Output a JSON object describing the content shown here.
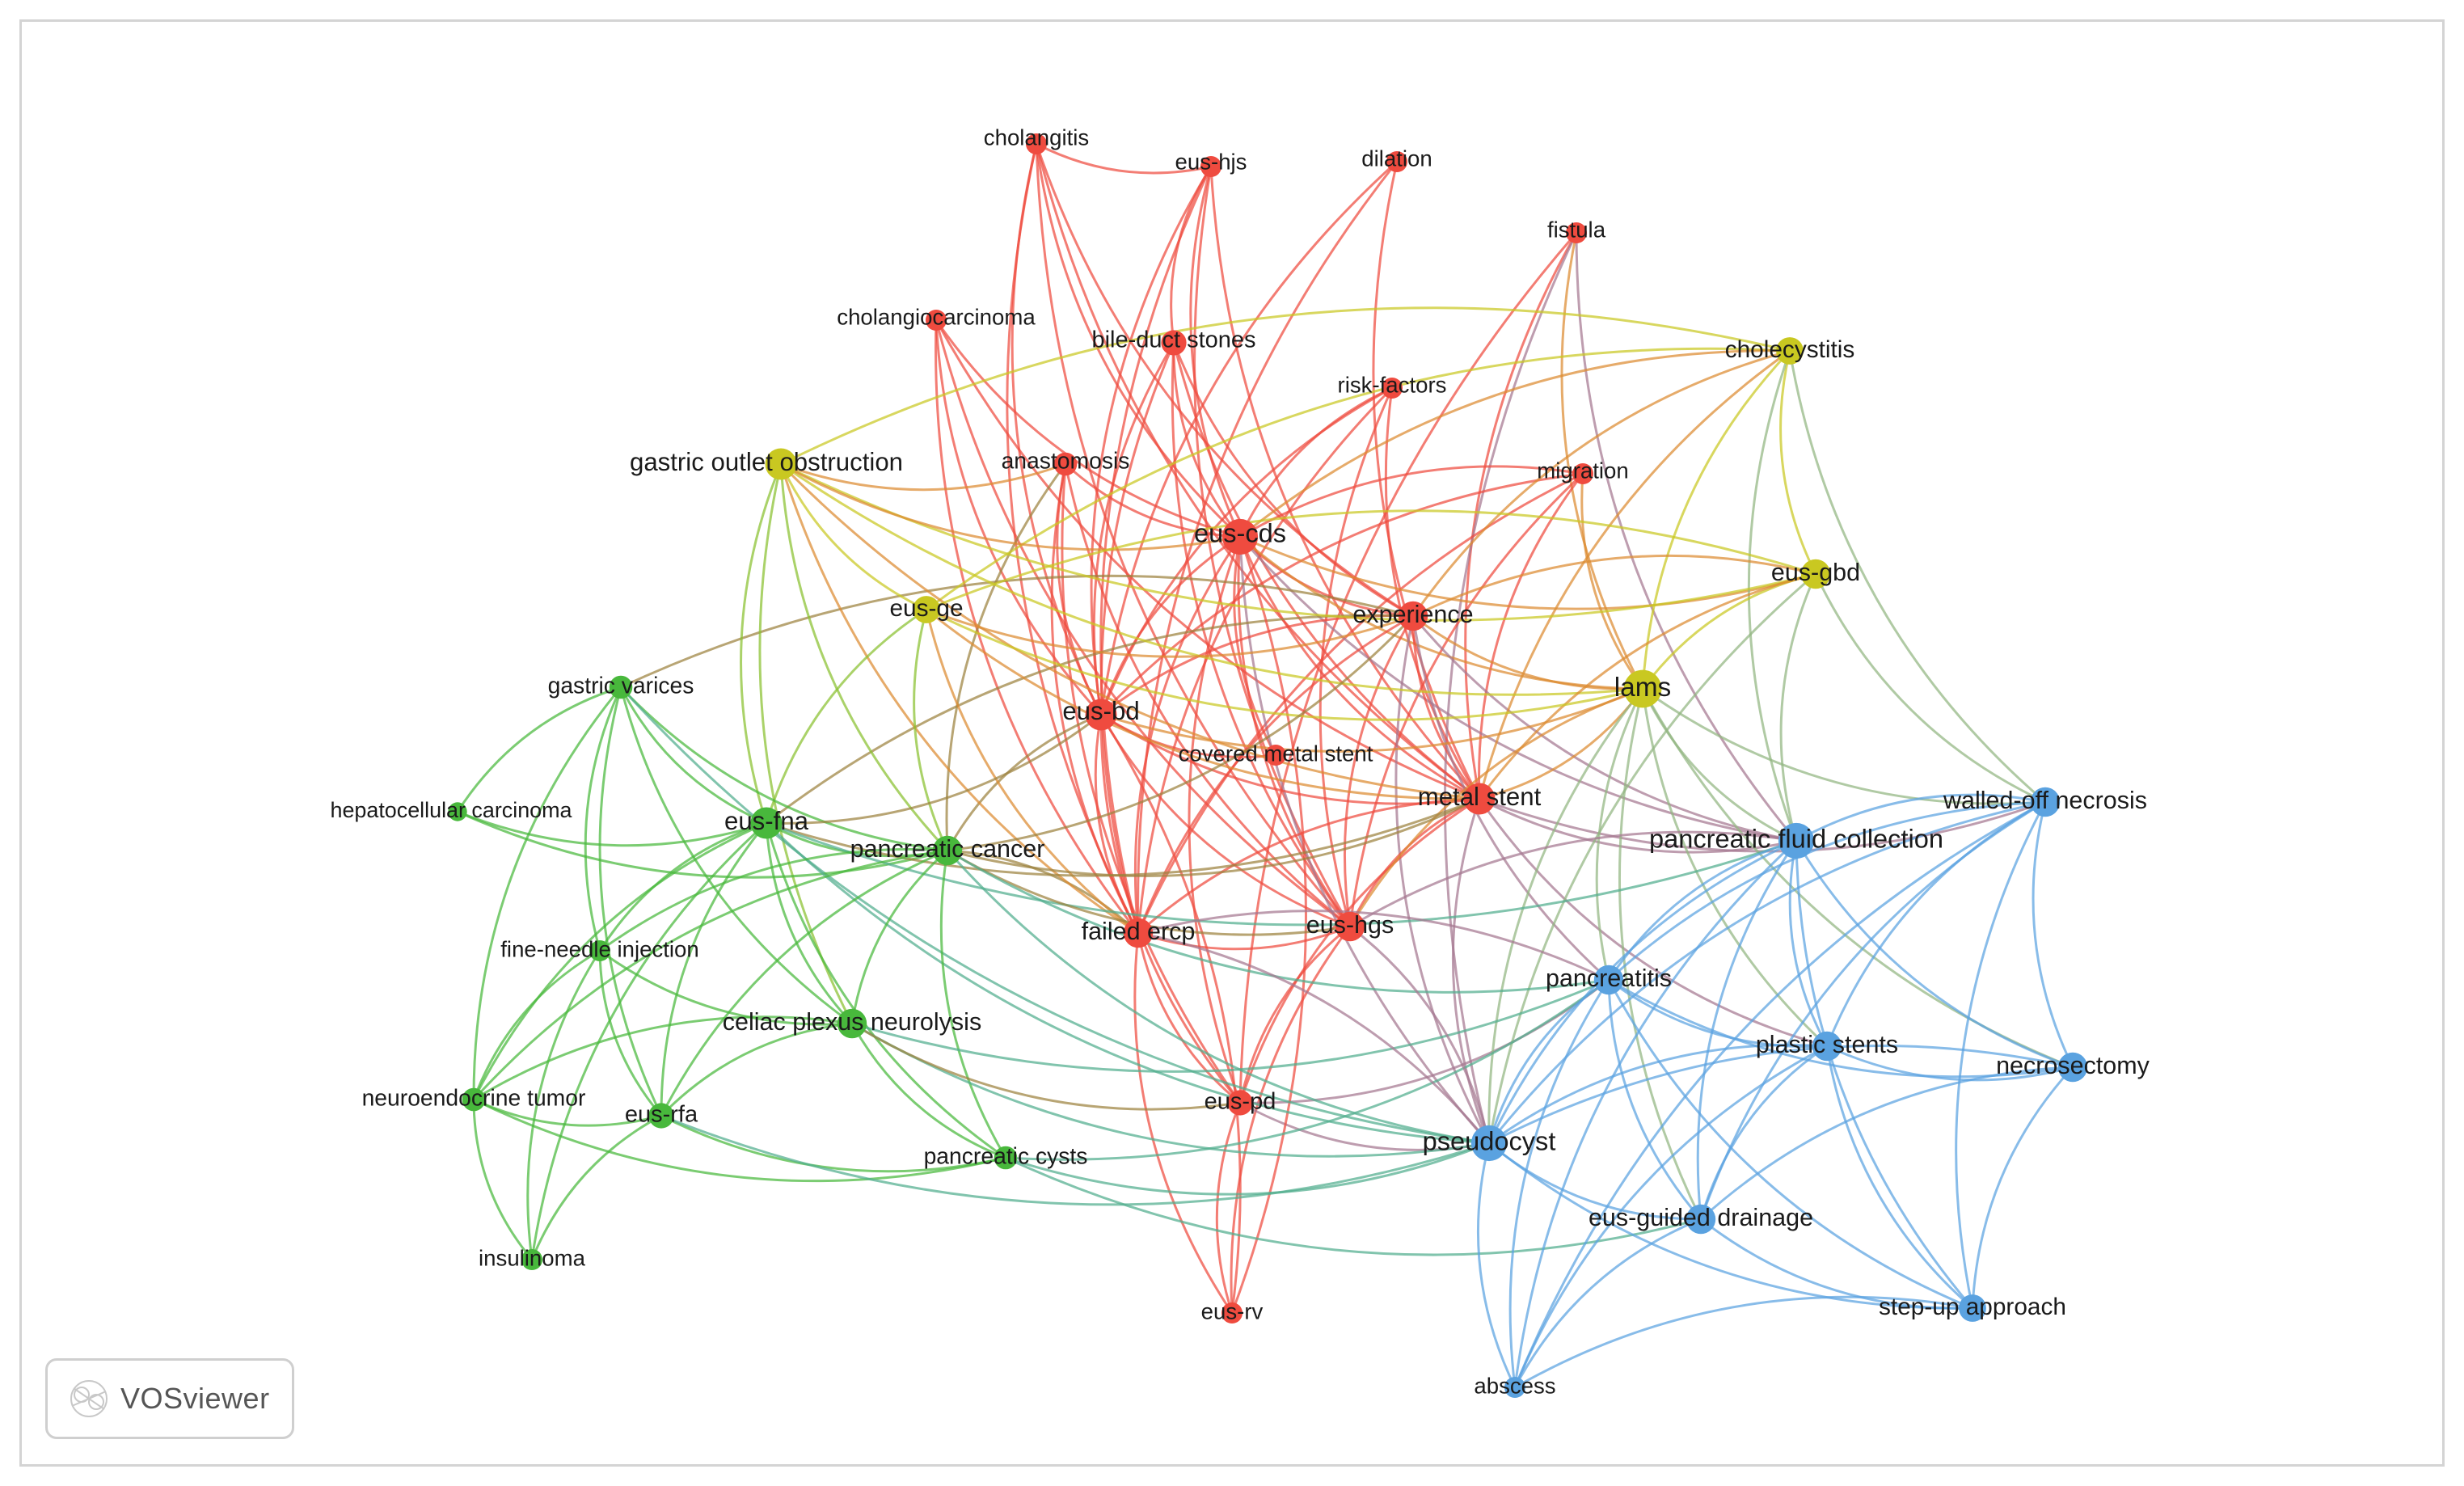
{
  "clusters": {
    "red": "#ef4b3f",
    "yellow": "#c9c821",
    "green": "#48b83c",
    "blue": "#5aa2e0"
  },
  "nodes": [
    {
      "id": "cholangitis",
      "label": "cholangitis",
      "cluster": "red",
      "size": 1
    },
    {
      "id": "eus-hjs",
      "label": "eus-hjs",
      "cluster": "red",
      "size": 1
    },
    {
      "id": "dilation",
      "label": "dilation",
      "cluster": "red",
      "size": 1
    },
    {
      "id": "fistula",
      "label": "fistula",
      "cluster": "red",
      "size": 1
    },
    {
      "id": "cholangiocarcinoma",
      "label": "cholangiocarcinoma",
      "cluster": "red",
      "size": 1
    },
    {
      "id": "bile-duct-stones",
      "label": "bile-duct stones",
      "cluster": "red",
      "size": 1.2
    },
    {
      "id": "risk-factors",
      "label": "risk-factors",
      "cluster": "red",
      "size": 1
    },
    {
      "id": "anastomosis",
      "label": "anastomosis",
      "cluster": "red",
      "size": 1.1
    },
    {
      "id": "migration",
      "label": "migration",
      "cluster": "red",
      "size": 1
    },
    {
      "id": "eus-cds",
      "label": "eus-cds",
      "cluster": "red",
      "size": 1.7
    },
    {
      "id": "experience",
      "label": "experience",
      "cluster": "red",
      "size": 1.4
    },
    {
      "id": "eus-bd",
      "label": "eus-bd",
      "cluster": "red",
      "size": 1.5
    },
    {
      "id": "covered-metal-stent",
      "label": "covered metal stent",
      "cluster": "red",
      "size": 1
    },
    {
      "id": "metal-stent",
      "label": "metal stent",
      "cluster": "red",
      "size": 1.5
    },
    {
      "id": "failed-ercp",
      "label": "failed ercp",
      "cluster": "red",
      "size": 1.4
    },
    {
      "id": "eus-hgs",
      "label": "eus-hgs",
      "cluster": "red",
      "size": 1.4
    },
    {
      "id": "eus-pd",
      "label": "eus-pd",
      "cluster": "red",
      "size": 1.2
    },
    {
      "id": "eus-rv",
      "label": "eus-rv",
      "cluster": "red",
      "size": 1
    },
    {
      "id": "cholecystitis",
      "label": "cholecystitis",
      "cluster": "yellow",
      "size": 1.3
    },
    {
      "id": "gastric-outlet-obstruction",
      "label": "gastric outlet obstruction",
      "cluster": "yellow",
      "size": 1.5
    },
    {
      "id": "eus-gbd",
      "label": "eus-gbd",
      "cluster": "yellow",
      "size": 1.4
    },
    {
      "id": "eus-ge",
      "label": "eus-ge",
      "cluster": "yellow",
      "size": 1.3
    },
    {
      "id": "lams",
      "label": "lams",
      "cluster": "yellow",
      "size": 1.8
    },
    {
      "id": "gastric-varices",
      "label": "gastric varices",
      "cluster": "green",
      "size": 1.1
    },
    {
      "id": "hepatocellular-carcinoma",
      "label": "hepatocellular carcinoma",
      "cluster": "green",
      "size": 0.9
    },
    {
      "id": "eus-fna",
      "label": "eus-fna",
      "cluster": "green",
      "size": 1.5
    },
    {
      "id": "pancreatic-cancer",
      "label": "pancreatic cancer",
      "cluster": "green",
      "size": 1.4
    },
    {
      "id": "fine-needle-injection",
      "label": "fine-needle injection",
      "cluster": "green",
      "size": 1
    },
    {
      "id": "celiac-plexus-neurolysis",
      "label": "celiac plexus neurolysis",
      "cluster": "green",
      "size": 1.4
    },
    {
      "id": "neuroendocrine-tumor",
      "label": "neuroendocrine tumor",
      "cluster": "green",
      "size": 1.1
    },
    {
      "id": "eus-rfa",
      "label": "eus-rfa",
      "cluster": "green",
      "size": 1.2
    },
    {
      "id": "pancreatic-cysts",
      "label": "pancreatic cysts",
      "cluster": "green",
      "size": 1.1
    },
    {
      "id": "insulinoma",
      "label": "insulinoma",
      "cluster": "green",
      "size": 1
    },
    {
      "id": "walled-off-necrosis",
      "label": "walled-off necrosis",
      "cluster": "blue",
      "size": 1.4
    },
    {
      "id": "pancreatic-fluid-collection",
      "label": "pancreatic fluid collection",
      "cluster": "blue",
      "size": 1.7
    },
    {
      "id": "pancreatitis",
      "label": "pancreatitis",
      "cluster": "blue",
      "size": 1.4
    },
    {
      "id": "plastic-stents",
      "label": "plastic stents",
      "cluster": "blue",
      "size": 1.4
    },
    {
      "id": "necrosectomy",
      "label": "necrosectomy",
      "cluster": "blue",
      "size": 1.4
    },
    {
      "id": "pseudocyst",
      "label": "pseudocyst",
      "cluster": "blue",
      "size": 1.7
    },
    {
      "id": "eus-guided-drainage",
      "label": "eus-guided drainage",
      "cluster": "blue",
      "size": 1.4
    },
    {
      "id": "step-up-approach",
      "label": "step-up approach",
      "cluster": "blue",
      "size": 1.3
    },
    {
      "id": "abscess",
      "label": "abscess",
      "cluster": "blue",
      "size": 1
    }
  ],
  "links": [
    [
      "cholangitis",
      "eus-bd"
    ],
    [
      "cholangitis",
      "eus-cds"
    ],
    [
      "cholangitis",
      "experience"
    ],
    [
      "cholangitis",
      "metal-stent"
    ],
    [
      "cholangitis",
      "eus-hgs"
    ],
    [
      "cholangitis",
      "failed-ercp"
    ],
    [
      "cholangitis",
      "eus-hjs"
    ],
    [
      "eus-hjs",
      "eus-bd"
    ],
    [
      "eus-hjs",
      "eus-cds"
    ],
    [
      "eus-hjs",
      "failed-ercp"
    ],
    [
      "eus-hjs",
      "metal-stent"
    ],
    [
      "eus-hjs",
      "eus-hgs"
    ],
    [
      "eus-hjs",
      "bile-duct-stones"
    ],
    [
      "dilation",
      "eus-bd"
    ],
    [
      "dilation",
      "failed-ercp"
    ],
    [
      "dilation",
      "metal-stent"
    ],
    [
      "fistula",
      "metal-stent"
    ],
    [
      "fistula",
      "pancreatic-fluid-collection"
    ],
    [
      "fistula",
      "eus-pd"
    ],
    [
      "fistula",
      "pseudocyst"
    ],
    [
      "fistula",
      "lams"
    ],
    [
      "cholangiocarcinoma",
      "eus-bd"
    ],
    [
      "cholangiocarcinoma",
      "metal-stent"
    ],
    [
      "cholangiocarcinoma",
      "eus-cds"
    ],
    [
      "cholangiocarcinoma",
      "eus-hgs"
    ],
    [
      "cholangiocarcinoma",
      "failed-ercp"
    ],
    [
      "bile-duct-stones",
      "eus-bd"
    ],
    [
      "bile-duct-stones",
      "eus-cds"
    ],
    [
      "bile-duct-stones",
      "failed-ercp"
    ],
    [
      "bile-duct-stones",
      "eus-hgs"
    ],
    [
      "bile-duct-stones",
      "metal-stent"
    ],
    [
      "bile-duct-stones",
      "experience"
    ],
    [
      "risk-factors",
      "metal-stent"
    ],
    [
      "risk-factors",
      "eus-cds"
    ],
    [
      "risk-factors",
      "eus-bd"
    ],
    [
      "risk-factors",
      "failed-ercp"
    ],
    [
      "risk-factors",
      "eus-hgs"
    ],
    [
      "anastomosis",
      "eus-bd"
    ],
    [
      "anastomosis",
      "eus-cds"
    ],
    [
      "anastomosis",
      "failed-ercp"
    ],
    [
      "anastomosis",
      "eus-hgs"
    ],
    [
      "anastomosis",
      "eus-pd"
    ],
    [
      "anastomosis",
      "pancreatic-cancer"
    ],
    [
      "migration",
      "metal-stent"
    ],
    [
      "migration",
      "eus-cds"
    ],
    [
      "migration",
      "eus-bd"
    ],
    [
      "migration",
      "failed-ercp"
    ],
    [
      "migration",
      "lams"
    ],
    [
      "migration",
      "eus-hgs"
    ],
    [
      "eus-cds",
      "eus-bd"
    ],
    [
      "eus-cds",
      "metal-stent"
    ],
    [
      "eus-cds",
      "failed-ercp"
    ],
    [
      "eus-cds",
      "eus-hgs"
    ],
    [
      "eus-cds",
      "experience"
    ],
    [
      "eus-cds",
      "lams"
    ],
    [
      "eus-cds",
      "eus-gbd"
    ],
    [
      "eus-cds",
      "covered-metal-stent"
    ],
    [
      "eus-cds",
      "eus-pd"
    ],
    [
      "eus-cds",
      "pancreatic-fluid-collection"
    ],
    [
      "eus-cds",
      "pseudocyst"
    ],
    [
      "experience",
      "eus-bd"
    ],
    [
      "experience",
      "metal-stent"
    ],
    [
      "experience",
      "failed-ercp"
    ],
    [
      "experience",
      "eus-hgs"
    ],
    [
      "experience",
      "lams"
    ],
    [
      "experience",
      "eus-fna"
    ],
    [
      "experience",
      "pancreatic-fluid-collection"
    ],
    [
      "experience",
      "pseudocyst"
    ],
    [
      "experience",
      "pancreatitis"
    ],
    [
      "experience",
      "gastric-varices"
    ],
    [
      "eus-bd",
      "metal-stent"
    ],
    [
      "eus-bd",
      "failed-ercp"
    ],
    [
      "eus-bd",
      "eus-hgs"
    ],
    [
      "eus-bd",
      "covered-metal-stent"
    ],
    [
      "eus-bd",
      "eus-pd"
    ],
    [
      "eus-bd",
      "pancreatic-cancer"
    ],
    [
      "eus-bd",
      "lams"
    ],
    [
      "metal-stent",
      "failed-ercp"
    ],
    [
      "metal-stent",
      "eus-hgs"
    ],
    [
      "metal-stent",
      "eus-pd"
    ],
    [
      "metal-stent",
      "lams"
    ],
    [
      "metal-stent",
      "pancreatic-fluid-collection"
    ],
    [
      "metal-stent",
      "pseudocyst"
    ],
    [
      "metal-stent",
      "plastic-stents"
    ],
    [
      "metal-stent",
      "walled-off-necrosis"
    ],
    [
      "failed-ercp",
      "eus-hgs"
    ],
    [
      "failed-ercp",
      "eus-pd"
    ],
    [
      "failed-ercp",
      "eus-rv"
    ],
    [
      "failed-ercp",
      "pancreatic-cancer"
    ],
    [
      "eus-hgs",
      "eus-rv"
    ],
    [
      "eus-hgs",
      "eus-pd"
    ],
    [
      "eus-pd",
      "eus-rv"
    ],
    [
      "eus-pd",
      "pancreatitis"
    ],
    [
      "eus-pd",
      "pseudocyst"
    ],
    [
      "eus-rv",
      "eus-bd"
    ],
    [
      "eus-rv",
      "eus-cds"
    ],
    [
      "cholecystitis",
      "eus-gbd"
    ],
    [
      "cholecystitis",
      "lams"
    ],
    [
      "cholecystitis",
      "gastric-outlet-obstruction"
    ],
    [
      "cholecystitis",
      "eus-ge"
    ],
    [
      "cholecystitis",
      "metal-stent"
    ],
    [
      "cholecystitis",
      "pancreatic-fluid-collection"
    ],
    [
      "cholecystitis",
      "walled-off-necrosis"
    ],
    [
      "cholecystitis",
      "eus-cds"
    ],
    [
      "cholecystitis",
      "experience"
    ],
    [
      "gastric-outlet-obstruction",
      "eus-ge"
    ],
    [
      "gastric-outlet-obstruction",
      "lams"
    ],
    [
      "gastric-outlet-obstruction",
      "eus-gbd"
    ],
    [
      "gastric-outlet-obstruction",
      "eus-cds"
    ],
    [
      "gastric-outlet-obstruction",
      "pancreatic-cancer"
    ],
    [
      "gastric-outlet-obstruction",
      "metal-stent"
    ],
    [
      "gastric-outlet-obstruction",
      "eus-fna"
    ],
    [
      "gastric-outlet-obstruction",
      "celiac-plexus-neurolysis"
    ],
    [
      "gastric-outlet-obstruction",
      "failed-ercp"
    ],
    [
      "gastric-outlet-obstruction",
      "anastomosis"
    ],
    [
      "eus-gbd",
      "lams"
    ],
    [
      "eus-gbd",
      "eus-ge"
    ],
    [
      "eus-gbd",
      "metal-stent"
    ],
    [
      "eus-gbd",
      "pancreatic-fluid-collection"
    ],
    [
      "eus-gbd",
      "walled-off-necrosis"
    ],
    [
      "eus-gbd",
      "experience"
    ],
    [
      "eus-gbd",
      "pseudocyst"
    ],
    [
      "eus-ge",
      "lams"
    ],
    [
      "eus-ge",
      "pancreatic-cancer"
    ],
    [
      "eus-ge",
      "metal-stent"
    ],
    [
      "eus-ge",
      "eus-fna"
    ],
    [
      "eus-ge",
      "failed-ercp"
    ],
    [
      "eus-ge",
      "experience"
    ],
    [
      "lams",
      "pancreatic-fluid-collection"
    ],
    [
      "lams",
      "walled-off-necrosis"
    ],
    [
      "lams",
      "pseudocyst"
    ],
    [
      "lams",
      "necrosectomy"
    ],
    [
      "lams",
      "plastic-stents"
    ],
    [
      "lams",
      "pancreatitis"
    ],
    [
      "lams",
      "eus-guided-drainage"
    ],
    [
      "lams",
      "eus-hgs"
    ],
    [
      "gastric-varices",
      "eus-fna"
    ],
    [
      "gastric-varices",
      "pancreatic-cancer"
    ],
    [
      "gastric-varices",
      "fine-needle-injection"
    ],
    [
      "gastric-varices",
      "eus-rfa"
    ],
    [
      "gastric-varices",
      "hepatocellular-carcinoma"
    ],
    [
      "gastric-varices",
      "neuroendocrine-tumor"
    ],
    [
      "gastric-varices",
      "celiac-plexus-neurolysis"
    ],
    [
      "gastric-varices",
      "pseudocyst"
    ],
    [
      "hepatocellular-carcinoma",
      "eus-fna"
    ],
    [
      "hepatocellular-carcinoma",
      "pancreatic-cancer"
    ],
    [
      "eus-fna",
      "pancreatic-cancer"
    ],
    [
      "eus-fna",
      "celiac-plexus-neurolysis"
    ],
    [
      "eus-fna",
      "fine-needle-injection"
    ],
    [
      "eus-fna",
      "eus-rfa"
    ],
    [
      "eus-fna",
      "neuroendocrine-tumor"
    ],
    [
      "eus-fna",
      "pancreatic-cysts"
    ],
    [
      "eus-fna",
      "insulinoma"
    ],
    [
      "eus-fna",
      "metal-stent"
    ],
    [
      "eus-fna",
      "eus-bd"
    ],
    [
      "eus-fna",
      "pancreatic-fluid-collection"
    ],
    [
      "eus-fna",
      "pseudocyst"
    ],
    [
      "pancreatic-cancer",
      "celiac-plexus-neurolysis"
    ],
    [
      "pancreatic-cancer",
      "eus-rfa"
    ],
    [
      "pancreatic-cancer",
      "pancreatic-cysts"
    ],
    [
      "pancreatic-cancer",
      "fine-needle-injection"
    ],
    [
      "pancreatic-cancer",
      "neuroendocrine-tumor"
    ],
    [
      "pancreatic-cancer",
      "metal-stent"
    ],
    [
      "pancreatic-cancer",
      "pseudocyst"
    ],
    [
      "pancreatic-cancer",
      "experience"
    ],
    [
      "pancreatic-cancer",
      "eus-hgs"
    ],
    [
      "pancreatic-cancer",
      "pancreatitis"
    ],
    [
      "fine-needle-injection",
      "celiac-plexus-neurolysis"
    ],
    [
      "fine-needle-injection",
      "eus-rfa"
    ],
    [
      "fine-needle-injection",
      "neuroendocrine-tumor"
    ],
    [
      "fine-needle-injection",
      "insulinoma"
    ],
    [
      "celiac-plexus-neurolysis",
      "eus-rfa"
    ],
    [
      "celiac-plexus-neurolysis",
      "pancreatic-cysts"
    ],
    [
      "celiac-plexus-neurolysis",
      "neuroendocrine-tumor"
    ],
    [
      "celiac-plexus-neurolysis",
      "pseudocyst"
    ],
    [
      "celiac-plexus-neurolysis",
      "eus-pd"
    ],
    [
      "celiac-plexus-neurolysis",
      "pancreatitis"
    ],
    [
      "neuroendocrine-tumor",
      "eus-rfa"
    ],
    [
      "neuroendocrine-tumor",
      "insulinoma"
    ],
    [
      "neuroendocrine-tumor",
      "pancreatic-cysts"
    ],
    [
      "eus-rfa",
      "insulinoma"
    ],
    [
      "eus-rfa",
      "pancreatic-cysts"
    ],
    [
      "eus-rfa",
      "pseudocyst"
    ],
    [
      "pancreatic-cysts",
      "pseudocyst"
    ],
    [
      "pancreatic-cysts",
      "eus-guided-drainage"
    ],
    [
      "pancreatic-cysts",
      "pancreatitis"
    ],
    [
      "walled-off-necrosis",
      "pancreatic-fluid-collection"
    ],
    [
      "walled-off-necrosis",
      "necrosectomy"
    ],
    [
      "walled-off-necrosis",
      "pseudocyst"
    ],
    [
      "walled-off-necrosis",
      "plastic-stents"
    ],
    [
      "walled-off-necrosis",
      "pancreatitis"
    ],
    [
      "walled-off-necrosis",
      "eus-guided-drainage"
    ],
    [
      "walled-off-necrosis",
      "step-up-approach"
    ],
    [
      "walled-off-necrosis",
      "abscess"
    ],
    [
      "pancreatic-fluid-collection",
      "pseudocyst"
    ],
    [
      "pancreatic-fluid-collection",
      "pancreatitis"
    ],
    [
      "pancreatic-fluid-collection",
      "plastic-stents"
    ],
    [
      "pancreatic-fluid-collection",
      "necrosectomy"
    ],
    [
      "pancreatic-fluid-collection",
      "eus-guided-drainage"
    ],
    [
      "pancreatic-fluid-collection",
      "step-up-approach"
    ],
    [
      "pancreatic-fluid-collection",
      "abscess"
    ],
    [
      "pancreatic-fluid-collection",
      "eus-hgs"
    ],
    [
      "pancreatitis",
      "pseudocyst"
    ],
    [
      "pancreatitis",
      "plastic-stents"
    ],
    [
      "pancreatitis",
      "necrosectomy"
    ],
    [
      "pancreatitis",
      "eus-guided-drainage"
    ],
    [
      "pancreatitis",
      "step-up-approach"
    ],
    [
      "pancreatitis",
      "abscess"
    ],
    [
      "pancreatitis",
      "failed-ercp"
    ],
    [
      "plastic-stents",
      "pseudocyst"
    ],
    [
      "plastic-stents",
      "necrosectomy"
    ],
    [
      "plastic-stents",
      "eus-guided-drainage"
    ],
    [
      "plastic-stents",
      "step-up-approach"
    ],
    [
      "plastic-stents",
      "abscess"
    ],
    [
      "necrosectomy",
      "pseudocyst"
    ],
    [
      "necrosectomy",
      "eus-guided-drainage"
    ],
    [
      "necrosectomy",
      "step-up-approach"
    ],
    [
      "pseudocyst",
      "eus-guided-drainage"
    ],
    [
      "pseudocyst",
      "step-up-approach"
    ],
    [
      "pseudocyst",
      "abscess"
    ],
    [
      "pseudocyst",
      "eus-hgs"
    ],
    [
      "pseudocyst",
      "failed-ercp"
    ],
    [
      "eus-guided-drainage",
      "step-up-approach"
    ],
    [
      "eus-guided-drainage",
      "abscess"
    ],
    [
      "step-up-approach",
      "abscess"
    ]
  ],
  "logo": {
    "text": "VOSviewer"
  }
}
